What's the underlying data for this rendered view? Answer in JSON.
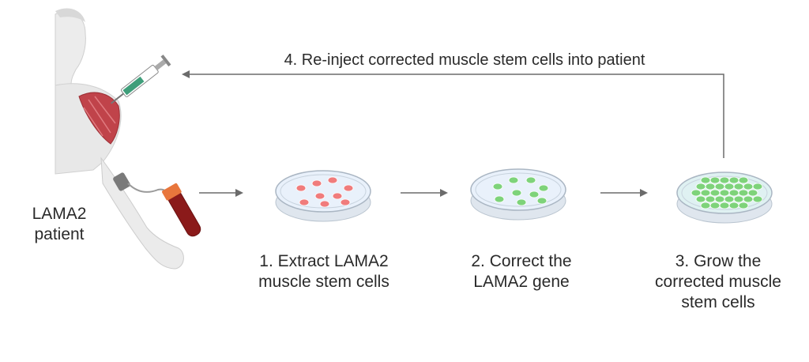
{
  "loop_label": "4. Re-inject corrected muscle stem cells into patient",
  "patient_label": [
    "LAMA2",
    "patient"
  ],
  "steps": [
    {
      "label": [
        "1. Extract LAMA2",
        "muscle stem cells"
      ],
      "cell_color": "#f07c7c",
      "dish_fill": "#e9f1fb"
    },
    {
      "label": [
        "2. Correct the",
        "LAMA2 gene"
      ],
      "cell_color": "#7ed37a",
      "dish_fill": "#e9f1fb"
    },
    {
      "label": [
        "3. Grow the",
        "corrected muscle",
        "stem cells"
      ],
      "cell_color": "#7ed37a",
      "dish_fill": "#dff1f2"
    }
  ],
  "colors": {
    "arrow": "#6b6b6b",
    "skin": "#e6e6e6",
    "muscle": "#c0434a",
    "blood": "#8b1a1a",
    "tube_cap": "#e8763c",
    "syringe": "#3f9e7a"
  }
}
